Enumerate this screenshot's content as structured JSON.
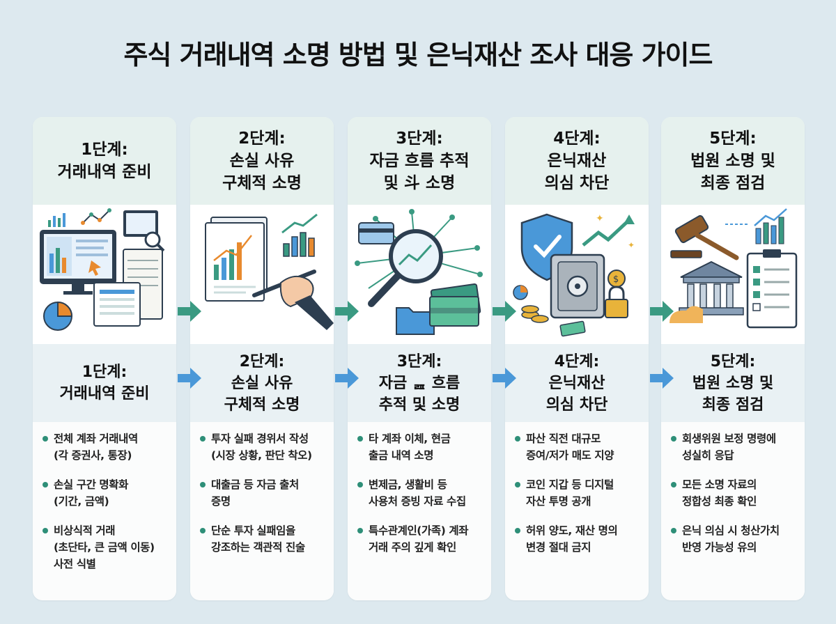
{
  "title": "주식 거래내역 소명 방법 및 은닉재산 조사 대응 가이드",
  "colors": {
    "green_arrow": "#3a9a82",
    "blue_arrow": "#4a98d8",
    "bullet": "#2e8f78"
  },
  "steps": [
    {
      "header": [
        "1단계:",
        "거래내역 준비"
      ],
      "sub": [
        "1단계:",
        "거래내역 준비"
      ],
      "icons": [
        "monitor-chart-icon",
        "pie-chart-icon",
        "spreadsheet-icon",
        "magnifier-monitor-icon"
      ],
      "bullets": [
        [
          "전체 계좌 거래내역",
          "(각 증권사, 통장)"
        ],
        [
          "손실 구간 명확화",
          "(기간, 금액)"
        ],
        [
          "비상식적 거래",
          "(초단타, 큰 금액 이동)",
          "사전 식별"
        ]
      ]
    },
    {
      "header": [
        "2단계:",
        "손실 사유",
        "구체적 소명"
      ],
      "sub": [
        "2단계:",
        "손실 사유",
        "구체적 소명"
      ],
      "icons": [
        "document-chart-icon",
        "hand-pen-icon",
        "bar-chart-icon"
      ],
      "bullets": [
        [
          "투자 실패 경위서 작성",
          "(시장 상황, 판단 착오)"
        ],
        [
          "대출금 등 자금 출처",
          "증명"
        ],
        [
          "단순 투자 실패임을",
          "강조하는 객관적 진술"
        ]
      ]
    },
    {
      "header": [
        "3단계:",
        "자금 흐름 추적",
        "및 斗 소명"
      ],
      "sub": [
        "3단계:",
        "자금 흐름",
        "추적 및 소명"
      ],
      "sub_middle_char": "ᆵ",
      "icons": [
        "magnifier-icon",
        "card-icon",
        "folder-icon",
        "cash-icon"
      ],
      "bullets": [
        [
          "타 계좌 이체, 현금",
          "출금 내역 소명"
        ],
        [
          "변제금, 생활비 등",
          "사용처 증빙 자료 수집"
        ],
        [
          "특수관계인(가족) 계좌",
          "거래 주의 깊게 확인"
        ]
      ]
    },
    {
      "header": [
        "4단계:",
        "은닉재산",
        "의심 차단"
      ],
      "sub": [
        "4단계:",
        "은닉재산",
        "의심 차단"
      ],
      "icons": [
        "shield-check-icon",
        "safe-icon",
        "lock-icon",
        "coin-icon",
        "trend-up-icon"
      ],
      "bullets": [
        [
          "파산 직전 대규모",
          "증여/저가 매도 지양"
        ],
        [
          "코인 지갑 등 디지털",
          "자산 투명 공개"
        ],
        [
          "허위 양도, 재산 명의",
          "변경 절대 금지"
        ]
      ]
    },
    {
      "header": [
        "5단계:",
        "법원 소명 및",
        "최종 점검"
      ],
      "sub": [
        "5단계:",
        "법원 소명 및",
        "최종 점검"
      ],
      "icons": [
        "gavel-icon",
        "courthouse-icon",
        "checklist-icon",
        "bar-chart-icon"
      ],
      "bullets": [
        [
          "회생위원 보정 명령에",
          "성실히 응답"
        ],
        [
          "모든 소명 자료의",
          "정합성 최종 확인"
        ],
        [
          "은닉 의심 시 청산가치",
          "반영 가능성 유의"
        ]
      ]
    }
  ]
}
